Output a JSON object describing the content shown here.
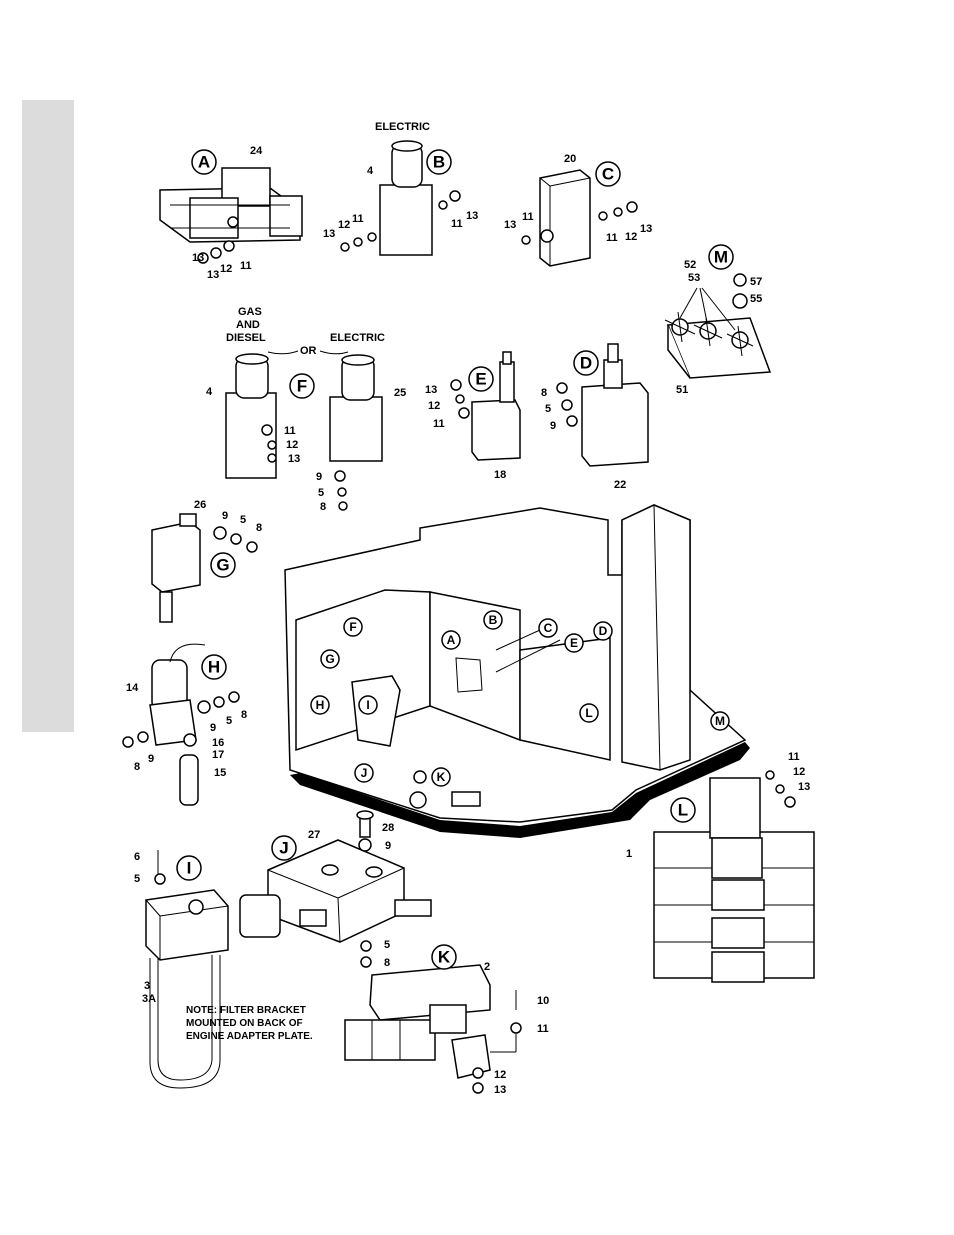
{
  "callouts": {
    "A": "A",
    "B": "B",
    "C": "C",
    "D": "D",
    "E": "E",
    "F": "F",
    "G": "G",
    "H": "H",
    "I": "I",
    "J": "J",
    "K": "K",
    "L": "L",
    "M": "M"
  },
  "headings": {
    "electric_b": "ELECTRIC",
    "gas_diesel_1": "GAS",
    "gas_diesel_2": "AND",
    "gas_diesel_3": "DIESEL",
    "or": "OR",
    "electric_f": "ELECTRIC"
  },
  "part_numbers": {
    "a24": "24",
    "a13": "13",
    "a12": "12",
    "a11": "11",
    "b4": "4",
    "b13l": "13",
    "b12l": "12",
    "b11l": "11",
    "b13r": "13",
    "b11r": "11",
    "c20": "20",
    "c13l": "13",
    "c11l": "11",
    "c11r": "11",
    "c12r": "12",
    "c13r": "13",
    "m52": "52",
    "m53": "53",
    "m57": "57",
    "m55": "55",
    "m51": "51",
    "f4": "4",
    "f11": "11",
    "f12": "12",
    "f13": "13",
    "f25": "25",
    "f9": "9",
    "f5": "5",
    "f8": "8",
    "e13": "13",
    "e12": "12",
    "e11": "11",
    "e18": "18",
    "d8": "8",
    "d5": "5",
    "d9": "9",
    "d22": "22",
    "g26": "26",
    "g9": "9",
    "g5": "5",
    "g8": "8",
    "h14": "14",
    "h9": "9",
    "h5": "5",
    "h8": "8",
    "h8b": "8",
    "h9b": "9",
    "h16": "16",
    "h17": "17",
    "h15": "15",
    "l11": "11",
    "l12": "12",
    "l13": "13",
    "l1": "1",
    "i6": "6",
    "i5": "5",
    "i3": "3",
    "i3a": "3A",
    "j27": "27",
    "j28": "28",
    "j9": "9",
    "j5": "5",
    "j8": "8",
    "k2": "2",
    "k10": "10",
    "k11": "11",
    "k12": "12",
    "k13": "13"
  },
  "note": {
    "line1": "NOTE: FILTER BRACKET",
    "line2": "MOUNTED ON BACK OF",
    "line3": "ENGINE ADAPTER PLATE."
  }
}
